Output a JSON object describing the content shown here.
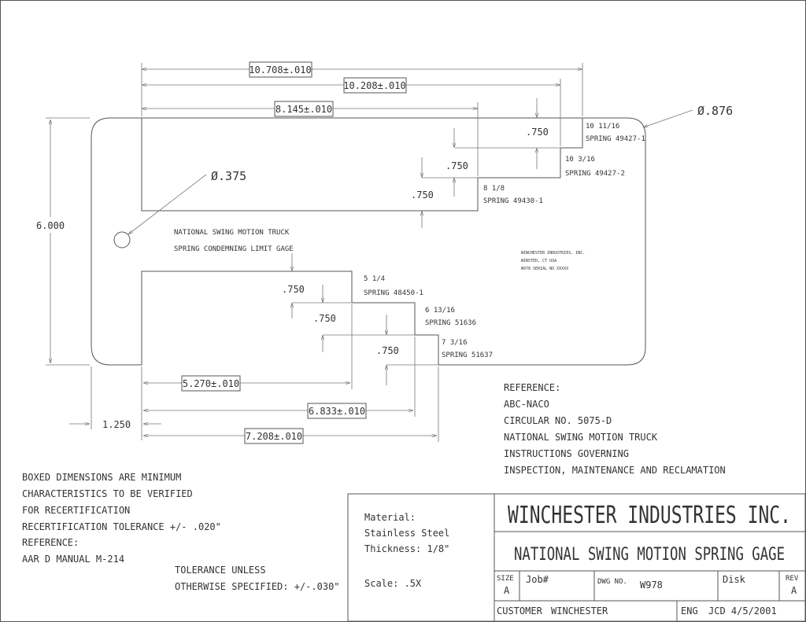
{
  "drawing": {
    "dimensions": {
      "d_10_708": "10.708±.010",
      "d_10_208": "10.208±.010",
      "d_8_145": "8.145±.010",
      "d_5_270": "5.270±.010",
      "d_6_833": "6.833±.010",
      "d_7_208": "7.208±.010",
      "d_1_250": "1.250",
      "d_6_000": "6.000",
      "step_upper_1": ".750",
      "step_upper_2": ".750",
      "step_upper_3": ".750",
      "step_lower_1": ".750",
      "step_lower_2": ".750",
      "step_lower_3": ".750"
    },
    "holes": {
      "small": "Ø.375",
      "large": "Ø.876"
    },
    "springs": {
      "s1_size": "10 11/16",
      "s1_part": "SPRING 49427-1",
      "s2_size": "10 3/16",
      "s2_part": "SPRING 49427-2",
      "s3_size": "8 1/8",
      "s3_part": "SPRING 49430-1",
      "s4_size": "5 1/4",
      "s4_part": "SPRING 48450-1",
      "s5_size": "6 13/16",
      "s5_part": "SPRING 51636",
      "s6_size": "7 3/16",
      "s6_part": "SPRING 51637"
    },
    "part_label": {
      "line1": "NATIONAL SWING MOTION TRUCK",
      "line2": "SPRING CONDEMNING LIMIT GAGE"
    },
    "engraving": {
      "line1": "WINCHESTER INDUSTRIES, INC.",
      "line2": "WINSTED, CT  USA",
      "line3": "W978  SERIAL NO XXXXX"
    },
    "reference": [
      "REFERENCE:",
      "ABC-NACO",
      "CIRCULAR NO. 5075-D",
      "NATIONAL SWING MOTION TRUCK",
      "INSTRUCTIONS GOVERNING",
      "INSPECTION, MAINTENANCE AND RECLAMATION"
    ],
    "notes": [
      "BOXED DIMENSIONS ARE MINIMUM",
      "CHARACTERISTICS TO BE VERIFIED",
      "FOR RECERTIFICATION",
      "RECERTIFICATION TOLERANCE +/- .020\"",
      "REFERENCE:",
      "AAR  D  MANUAL  M-214"
    ],
    "tolerance": [
      "TOLERANCE UNLESS",
      "OTHERWISE SPECIFIED: +/-.030\""
    ]
  },
  "title_block": {
    "material_label": "Material:",
    "material_value": "Stainless Steel",
    "thickness": "Thickness: 1/8\"",
    "scale": "Scale: .5X",
    "company": "WINCHESTER INDUSTRIES INC.",
    "title": "NATIONAL SWING MOTION SPRING GAGE",
    "size_label": "SIZE",
    "size_value": "A",
    "job_label": "Job#",
    "dwg_label": "DWG NO.",
    "dwg_value": "W978",
    "disk_label": "Disk",
    "rev_label": "REV",
    "rev_value": "A",
    "customer_label": "CUSTOMER",
    "customer_value": "WINCHESTER",
    "eng_label": "ENG",
    "eng_value": "JCD  4/5/2001"
  }
}
